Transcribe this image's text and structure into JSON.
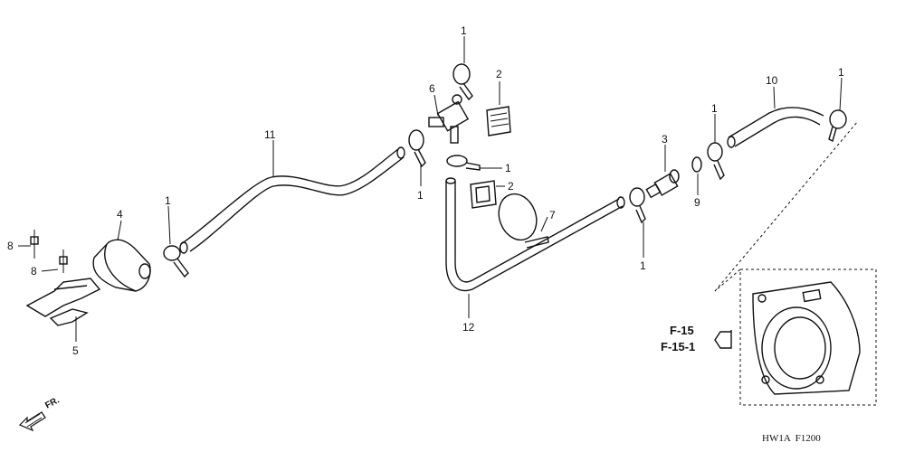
{
  "diagram": {
    "callouts": [
      {
        "id": "c1-a",
        "text": "1"
      },
      {
        "id": "c2-a",
        "text": "2"
      },
      {
        "id": "c6",
        "text": "6"
      },
      {
        "id": "c11",
        "text": "11"
      },
      {
        "id": "c1-b",
        "text": "1"
      },
      {
        "id": "c1-c",
        "text": "1"
      },
      {
        "id": "c2-b",
        "text": "2"
      },
      {
        "id": "c7",
        "text": "7"
      },
      {
        "id": "c12",
        "text": "12"
      },
      {
        "id": "c3",
        "text": "3"
      },
      {
        "id": "c9",
        "text": "9"
      },
      {
        "id": "c1-d",
        "text": "1"
      },
      {
        "id": "c1-e",
        "text": "1"
      },
      {
        "id": "c10",
        "text": "10"
      },
      {
        "id": "c1-f",
        "text": "1"
      },
      {
        "id": "c1-g",
        "text": "1"
      },
      {
        "id": "c4",
        "text": "4"
      },
      {
        "id": "c8-a",
        "text": "8"
      },
      {
        "id": "c8-b",
        "text": "8"
      },
      {
        "id": "c5",
        "text": "5"
      }
    ],
    "references": [
      "F-15",
      "F-15-1"
    ],
    "direction_label": "FR.",
    "drawing_code": "HW1A  F1200"
  }
}
